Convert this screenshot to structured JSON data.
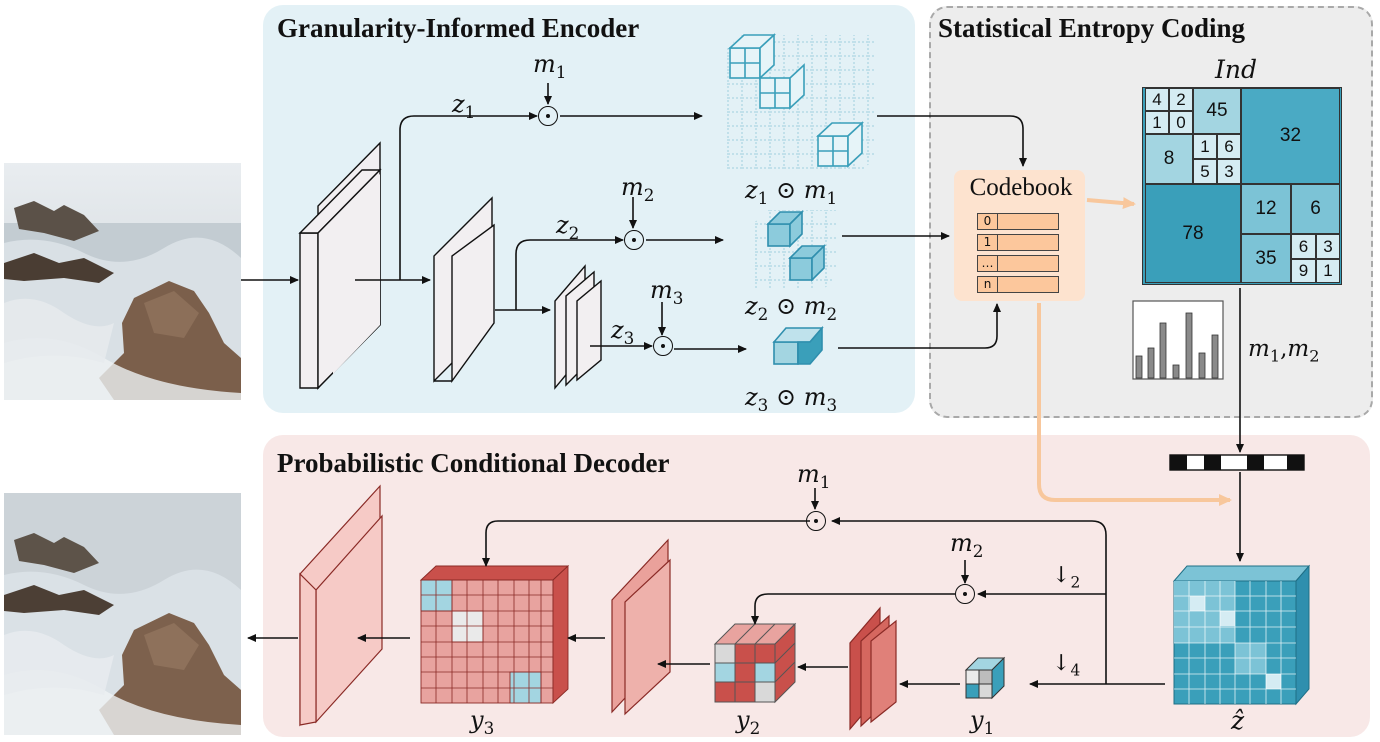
{
  "panels": {
    "encoder_title": "Granularity-Informed Encoder",
    "entropy_title": "Statistical Entropy Coding",
    "decoder_title": "Probabilistic Conditional Decoder"
  },
  "encoder": {
    "branches": [
      {
        "latent": "z",
        "sub": "1",
        "mask": "m",
        "mask_sub": "1"
      },
      {
        "latent": "z",
        "sub": "2",
        "mask": "m",
        "mask_sub": "2"
      },
      {
        "latent": "z",
        "sub": "3",
        "mask": "m",
        "mask_sub": "3"
      }
    ]
  },
  "codebook": {
    "label": "Codebook",
    "entries": [
      "0",
      "1",
      "…",
      "n"
    ]
  },
  "index_map": {
    "label": "Ind",
    "cells": [
      "4",
      "2",
      "1",
      "0",
      "45",
      "8",
      "1",
      "6",
      "5",
      "3",
      "32",
      "78",
      "12",
      "6",
      "35",
      "6",
      "3",
      "9",
      "1"
    ],
    "side_label": {
      "m1": "m",
      "sub1": "1",
      "sep": ",",
      "m2": "m",
      "sub2": "2"
    }
  },
  "decoder": {
    "masks": [
      {
        "mask": "m",
        "mask_sub": "1"
      },
      {
        "mask": "m",
        "mask_sub": "2"
      }
    ],
    "downsample": [
      {
        "symbol": "↓",
        "sub": "2"
      },
      {
        "symbol": "↓",
        "sub": "4"
      }
    ],
    "outputs": [
      {
        "var": "y",
        "sub": "1"
      },
      {
        "var": "y",
        "sub": "2"
      },
      {
        "var": "y",
        "sub": "3"
      }
    ],
    "z_hat": "ẑ"
  },
  "colors": {
    "encoder_bg": "#e3f1f6",
    "entropy_bg": "#ededed",
    "decoder_bg": "#f8e8e7",
    "codebook_bg": "#fde3cf",
    "codebook_entry": "#fcc79c",
    "flow_orange": "#f8c79c",
    "teal": "#3a9fba",
    "teal_light": "#a3d5e1",
    "red_block": "#e8a39f",
    "red_dark": "#c9504b"
  }
}
